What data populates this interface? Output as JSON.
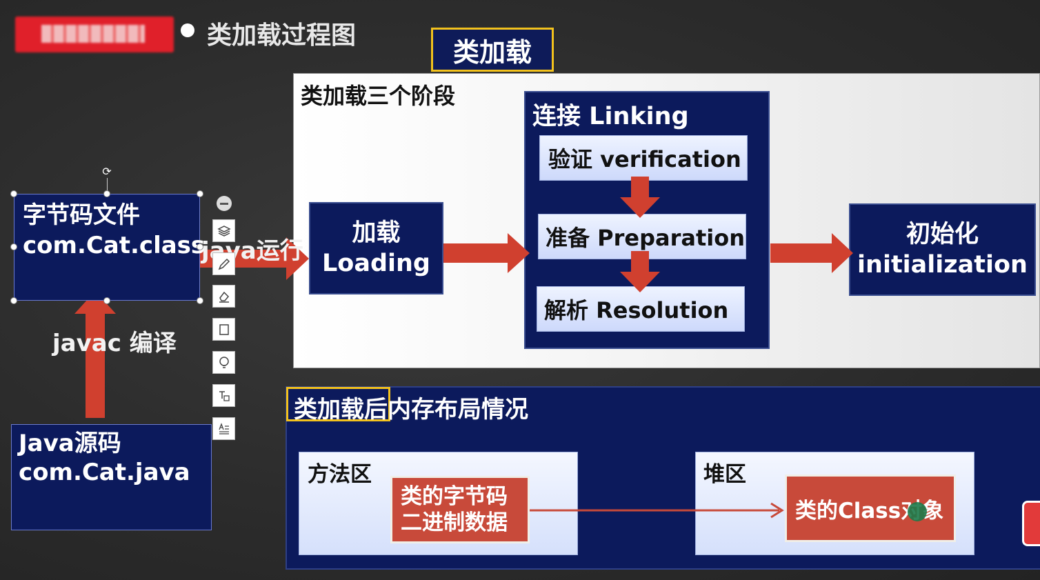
{
  "header": {
    "bullet_title": "类加载过程图",
    "tab_label": "类加载"
  },
  "stages": {
    "section_title": "类加载三个阶段",
    "loading": {
      "line1": "加载",
      "line2": "Loading"
    },
    "linking": {
      "title": "连接 Linking",
      "verification": "验证 verification",
      "preparation": "准备 Preparation",
      "resolution": "解析 Resolution"
    },
    "initialization": {
      "line1": "初始化",
      "line2": "initialization"
    }
  },
  "source": {
    "bytecode": {
      "line1": "字节码文件",
      "line2": "com.Cat.class"
    },
    "java_run_label": "java运行",
    "javac_label": "javac 编译",
    "java_source": {
      "line1": "Java源码",
      "line2": "com.Cat.java"
    }
  },
  "memory": {
    "title_highlight": "类加载后",
    "title_rest": "内存布局情况",
    "method_area": {
      "label": "方法区",
      "bytecode_line1": "类的字节码",
      "bytecode_line2": "二进制数据"
    },
    "heap": {
      "label": "堆区",
      "class_object": "类的Class对象"
    }
  },
  "colors": {
    "navy": "#0c1a5c",
    "arrow_red": "#d0402f",
    "highlight_yellow": "#f3c21c",
    "red_box": "#c84a3a"
  },
  "icons": [
    "minus-icon",
    "layers-icon",
    "pen-icon",
    "eraser-icon",
    "frame-icon",
    "bulb-icon",
    "text-style-icon",
    "text-align-icon",
    "rotate-icon"
  ]
}
